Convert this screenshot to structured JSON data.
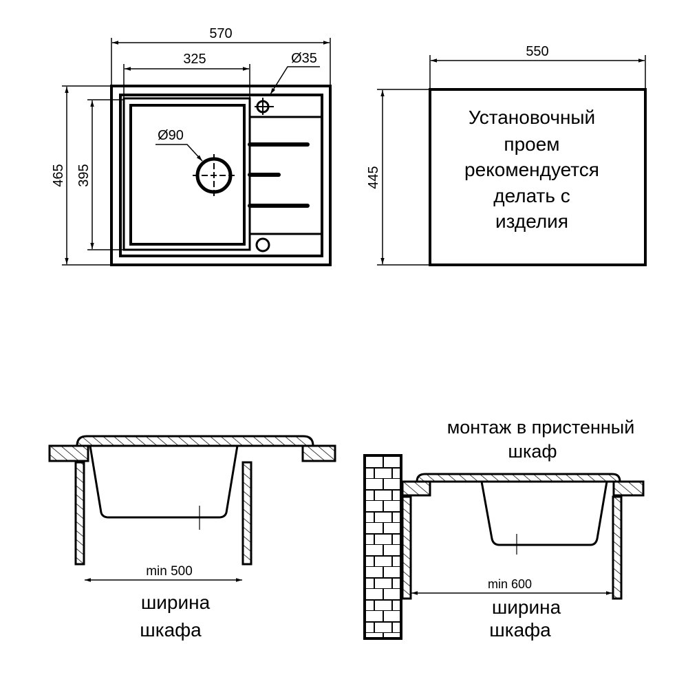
{
  "top_view": {
    "width_overall": "570",
    "bowl_width": "325",
    "tap_hole": "Ø35",
    "drain": "Ø90",
    "height_overall": "465",
    "bowl_height": "395"
  },
  "cutout": {
    "width": "550",
    "height": "445",
    "note_lines": [
      "Установочный",
      "проем",
      "рекомендуется",
      "делать с",
      "изделия"
    ]
  },
  "install_standard": {
    "min_width": "min 500",
    "label_lines": [
      "ширина",
      "шкафа"
    ]
  },
  "install_wall": {
    "title_lines": [
      "монтаж в пристенный",
      "шкаф"
    ],
    "min_width": "min 600",
    "label_lines": [
      "ширина",
      "шкафа"
    ]
  },
  "colors": {
    "line": "#000000",
    "background": "#ffffff"
  }
}
